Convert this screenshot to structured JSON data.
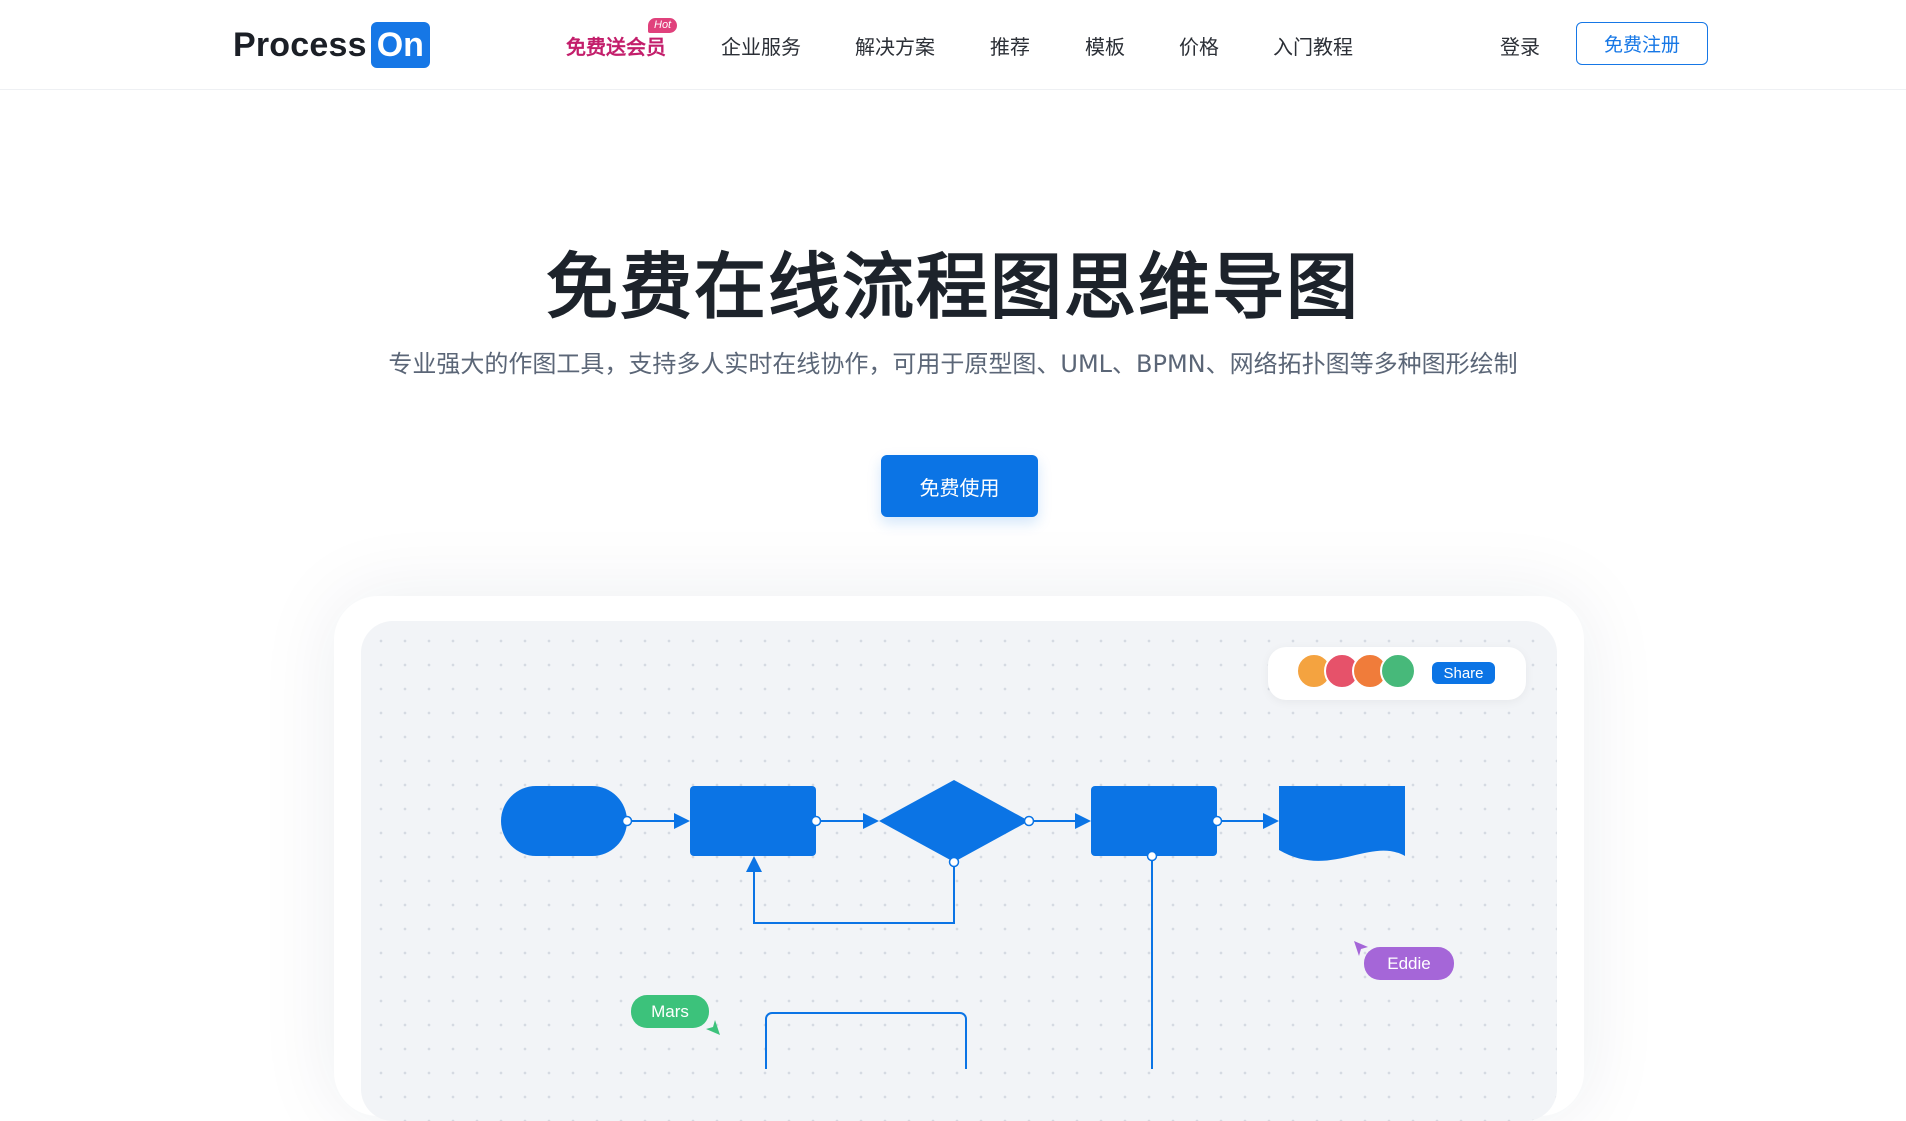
{
  "header": {
    "logo": {
      "text": "Process",
      "badge": "On"
    },
    "nav": [
      {
        "label": "免费送会员",
        "badge": "Hot",
        "highlight": true
      },
      {
        "label": "企业服务"
      },
      {
        "label": "解决方案"
      },
      {
        "label": "推荐"
      },
      {
        "label": "模板"
      },
      {
        "label": "价格"
      },
      {
        "label": "入门教程"
      }
    ],
    "login_label": "登录",
    "register_label": "免费注册"
  },
  "hero": {
    "title": "免费在线流程图思维导图",
    "subtitle": "专业强大的作图工具，支持多人实时在线协作，可用于原型图、UML、BPMN、网络拓扑图等多种图形绘制",
    "cta_label": "免费使用"
  },
  "demo": {
    "share_label": "Share",
    "collaborators": [
      {
        "name": "Eddie",
        "color": "#a566d8"
      },
      {
        "name": "Mars",
        "color": "#3cc27b"
      }
    ],
    "avatar_colors": [
      "#f4a340",
      "#e6526a",
      "#f07c3a",
      "#47b97a"
    ],
    "shape_color": "#0b74e5"
  },
  "colors": {
    "brand": "#1677e6",
    "promo": "#c31e6b",
    "hot_badge": "#e0417c"
  }
}
